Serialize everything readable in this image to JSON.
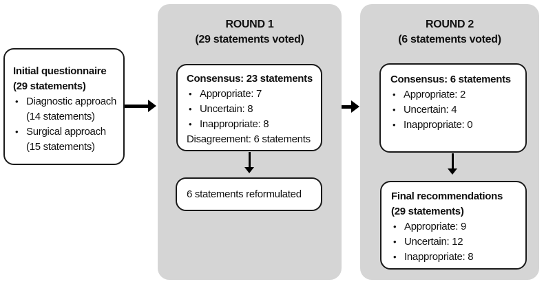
{
  "colors": {
    "panel_bg": "#d5d5d5",
    "border_color": "#1a1a1a",
    "box_bg": "#ffffff",
    "arrow_color": "#000000",
    "text_color": "#111111"
  },
  "initial_box": {
    "title_line1": "Initial questionnaire",
    "title_line2": "(29 statements)",
    "bullets": [
      {
        "line1": "Diagnostic approach",
        "line2": "(14 statements)"
      },
      {
        "line1": "Surgical approach",
        "line2": "(15 statements)"
      }
    ]
  },
  "round1": {
    "title": "ROUND 1",
    "subtitle": "(29 statements voted)",
    "consensus_box": {
      "title": "Consensus: 23 statements",
      "bullets": [
        "Appropriate: 7",
        "Uncertain: 8",
        "Inappropriate: 8"
      ],
      "footer": "Disagreement: 6 statements"
    },
    "reformulated_box": {
      "label": "6 statements reformulated"
    }
  },
  "round2": {
    "title": "ROUND 2",
    "subtitle": "(6 statements voted)",
    "consensus_box": {
      "title": "Consensus: 6 statements",
      "bullets": [
        "Appropriate: 2",
        "Uncertain: 4",
        "Inappropriate: 0"
      ]
    },
    "final_box": {
      "title_line1": "Final recommendations",
      "title_line2": "(29 statements)",
      "bullets": [
        "Appropriate: 9",
        "Uncertain: 12",
        "Inappropriate: 8"
      ]
    }
  }
}
